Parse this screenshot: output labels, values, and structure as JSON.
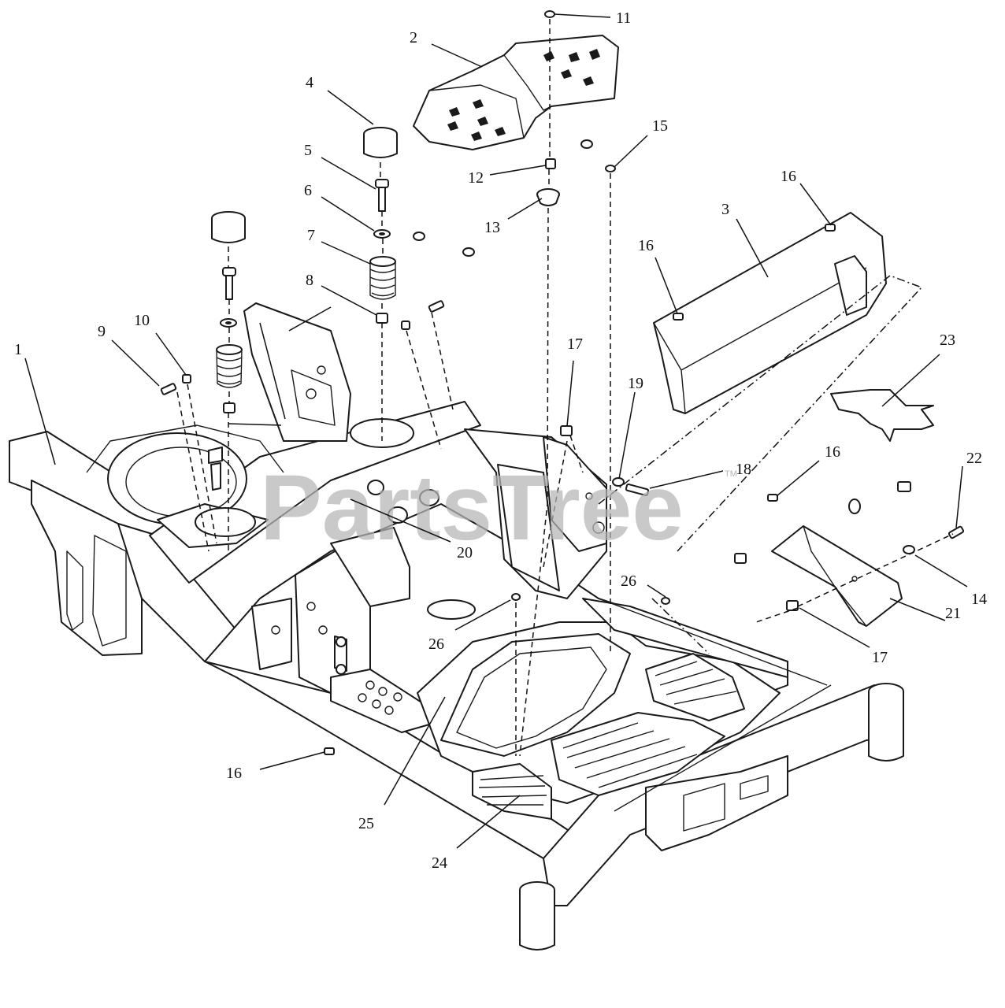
{
  "watermark": {
    "text": "PartsTree",
    "trademark": "TM"
  },
  "callouts": [
    {
      "id": "c1",
      "label": "1"
    },
    {
      "id": "c2",
      "label": "2"
    },
    {
      "id": "c3",
      "label": "3"
    },
    {
      "id": "c4",
      "label": "4"
    },
    {
      "id": "c5",
      "label": "5"
    },
    {
      "id": "c6",
      "label": "6"
    },
    {
      "id": "c7",
      "label": "7"
    },
    {
      "id": "c8",
      "label": "8"
    },
    {
      "id": "c9",
      "label": "9"
    },
    {
      "id": "c10",
      "label": "10"
    },
    {
      "id": "c11",
      "label": "11"
    },
    {
      "id": "c12",
      "label": "12"
    },
    {
      "id": "c13",
      "label": "13"
    },
    {
      "id": "c14",
      "label": "14"
    },
    {
      "id": "c15",
      "label": "15"
    },
    {
      "id": "c16a",
      "label": "16"
    },
    {
      "id": "c16b",
      "label": "16"
    },
    {
      "id": "c16c",
      "label": "16"
    },
    {
      "id": "c16d",
      "label": "16"
    },
    {
      "id": "c17a",
      "label": "17"
    },
    {
      "id": "c17b",
      "label": "17"
    },
    {
      "id": "c18",
      "label": "18"
    },
    {
      "id": "c19",
      "label": "19"
    },
    {
      "id": "c20",
      "label": "20"
    },
    {
      "id": "c21",
      "label": "21"
    },
    {
      "id": "c22",
      "label": "22"
    },
    {
      "id": "c23",
      "label": "23"
    },
    {
      "id": "c24",
      "label": "24"
    },
    {
      "id": "c25",
      "label": "25"
    },
    {
      "id": "c26a",
      "label": "26"
    },
    {
      "id": "c26b",
      "label": "26"
    }
  ]
}
